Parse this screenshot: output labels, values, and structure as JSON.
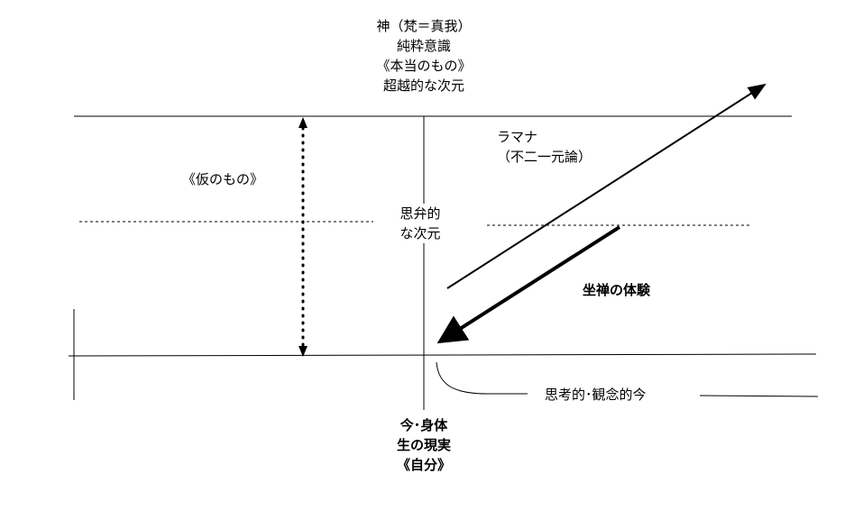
{
  "labels": {
    "top_lines": [
      "神（梵＝真我）",
      "純粋意識",
      "《本当のもの》",
      "超越的な次元"
    ],
    "kari": "《仮のもの》",
    "ramana_lines": [
      "ラマナ",
      "（不二一元論）"
    ],
    "shiben_lines": [
      "思弁的",
      "な次元"
    ],
    "zazen": "坐禅の体験",
    "shikou": "思考的･観念的今",
    "bottom_lines": [
      "今･身体",
      "生の現実",
      "《自分》"
    ]
  },
  "colors": {
    "line": "#000000",
    "text": "#000000",
    "background": "#ffffff"
  }
}
